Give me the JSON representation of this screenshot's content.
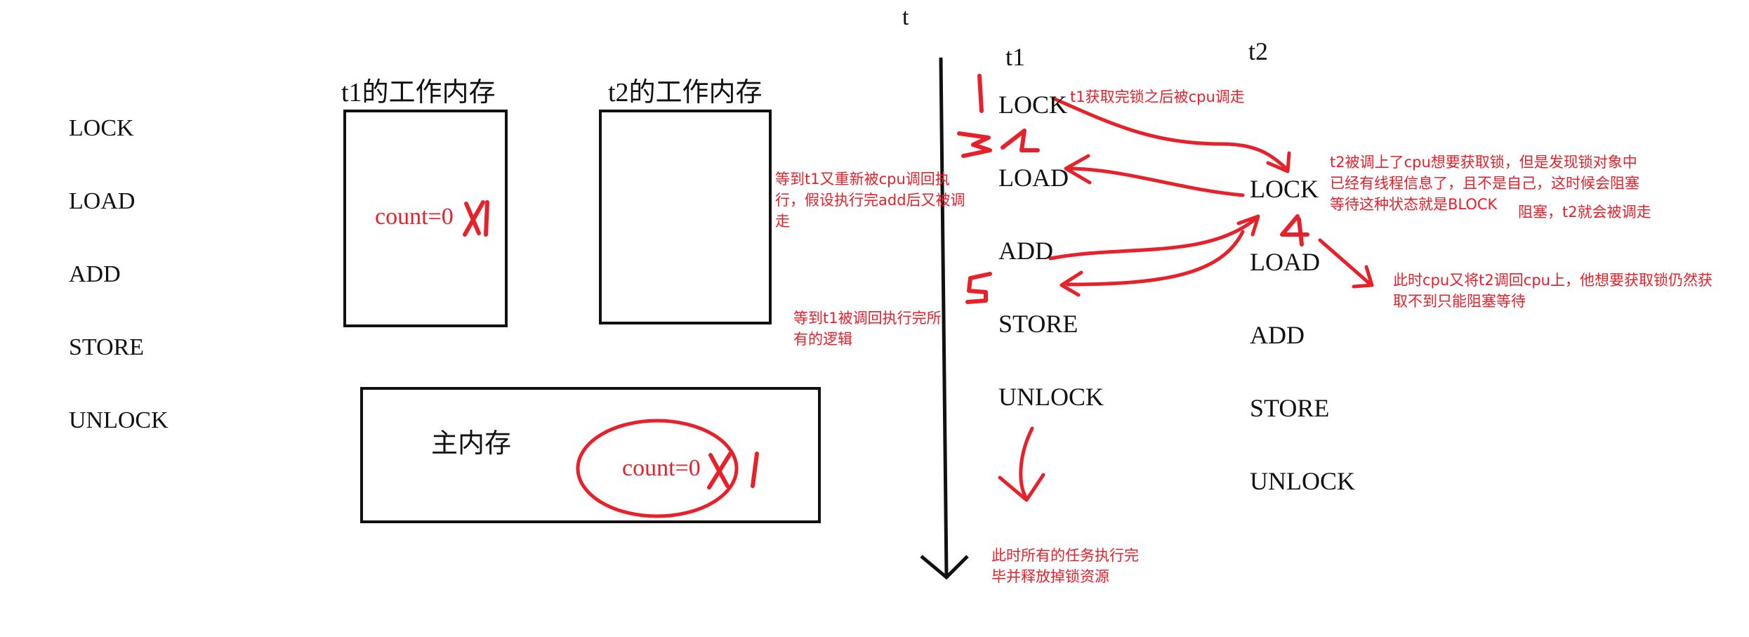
{
  "colors": {
    "ink": "#111111",
    "annotation": "#e8202a",
    "background": "#ffffff"
  },
  "time_axis": {
    "label": "t"
  },
  "columns": {
    "t1": "t1",
    "t2": "t2"
  },
  "left_ops": [
    "LOCK",
    "LOAD",
    "ADD",
    "STORE",
    "UNLOCK"
  ],
  "t1_ops": [
    "LOCK",
    "LOAD",
    "ADD",
    "STORE",
    "UNLOCK"
  ],
  "t2_ops": [
    "LOCK",
    "LOAD",
    "ADD",
    "STORE",
    "UNLOCK"
  ],
  "memory": {
    "t1_work_title": "t1的工作内存",
    "t2_work_title": "t2的工作内存",
    "main_title": "主内存",
    "t1_count": "count=0",
    "main_count": "count=0",
    "overwrite": "1"
  },
  "step_numbers": [
    "1",
    "2",
    "3",
    "4",
    "5"
  ],
  "notes": {
    "n1": "t1获取完锁之后被cpu调走",
    "n2_lines": [
      "t2被调上了cpu想要获取锁，但是发现锁对象中",
      "已经有线程信息了，且不是自己，这时候会阻塞",
      "等待这种状态就是BLOCK"
    ],
    "n2_extra": "阻塞，t2就会被调走",
    "n3_lines": [
      "等到t1又重新被cpu调回执",
      "行，假设执行完add后又被调",
      "走"
    ],
    "n4_lines": [
      "此时cpu又将t2调回cpu上，他想要获取锁仍然获",
      "取不到只能阻塞等待"
    ],
    "n5_lines": [
      "等到t1被调回执行完所",
      "有的逻辑"
    ],
    "n6_lines": [
      "此时所有的任务执行完",
      "毕并释放掉锁资源"
    ]
  }
}
